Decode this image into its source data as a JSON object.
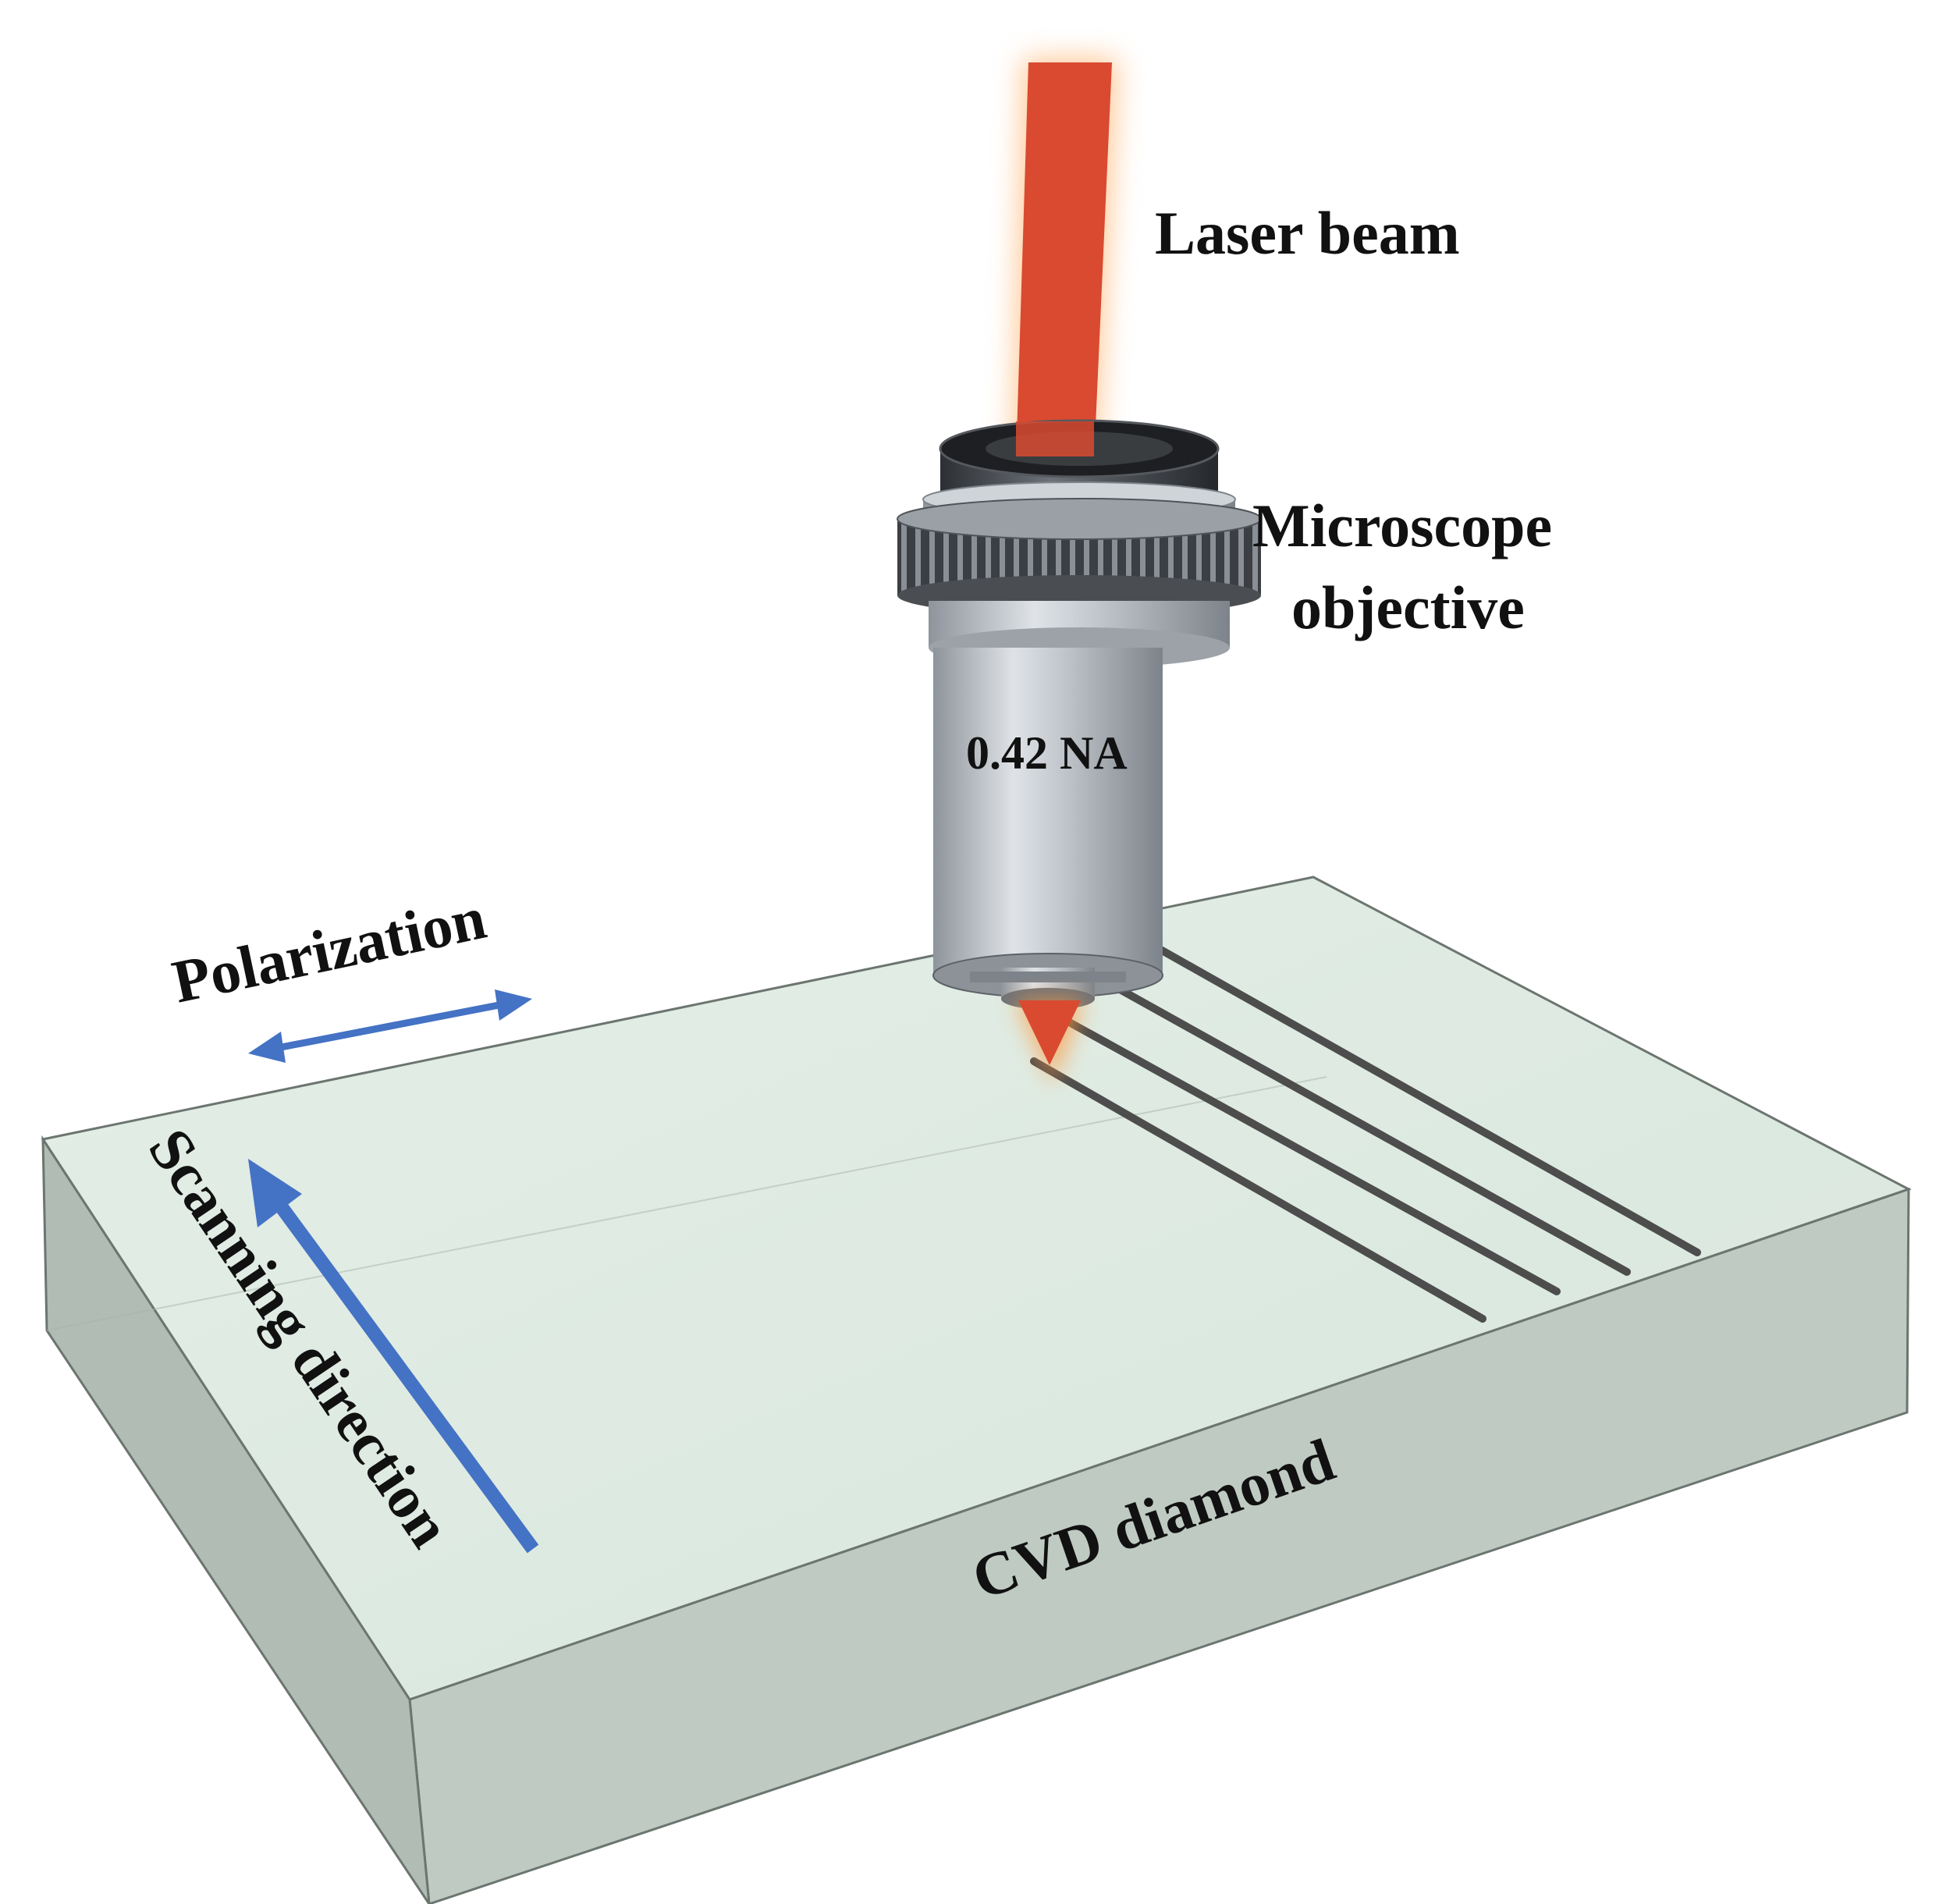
{
  "labels": {
    "laser_beam": "Laser beam",
    "microscope_line1": "Microscope",
    "microscope_line2": "objective",
    "na": "0.42 NA",
    "polarization": "Polarization",
    "scanning_direction": "Scanning direction",
    "material": "CVD diamond"
  },
  "colors": {
    "laser": "#d94a30",
    "laser_glow": "#ff9a3c",
    "arrow": "#4472c4",
    "diamond_top": "#dfeae3",
    "diamond_side": "#bcc8c1",
    "objective_metal": "#b9bfc6",
    "groove": "#4a4a4a"
  },
  "track_count": 4
}
